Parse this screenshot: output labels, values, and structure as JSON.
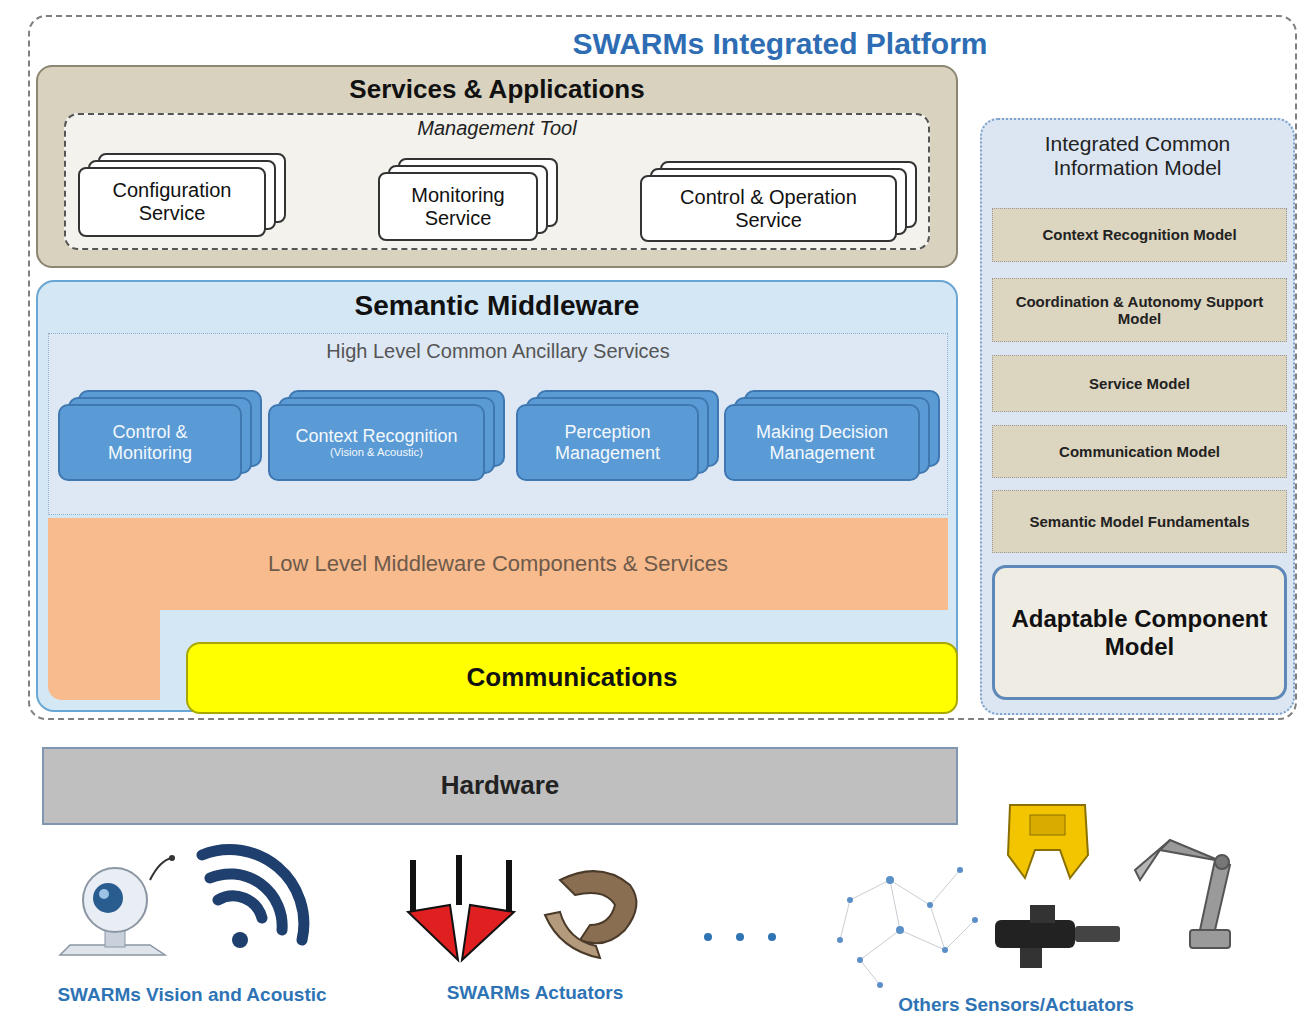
{
  "diagram": {
    "nodes": [
      {
        "text": [
          "SWARMs Integrated Platform"
        ]
      },
      {
        "text": [
          "Services & Applications"
        ],
        "in": 0
      },
      {
        "text": [
          "Management Tool"
        ],
        "in": 1
      },
      {
        "text": [
          "Configuration Service"
        ],
        "in": 2
      },
      {
        "text": [
          "Monitoring Service"
        ],
        "in": 2
      },
      {
        "text": [
          "Control & Operation Service"
        ],
        "in": 2
      },
      {
        "text": [
          "Semantic Middleware"
        ],
        "in": 0
      },
      {
        "text": [
          "High Level Common Ancillary Services"
        ],
        "in": 6
      },
      {
        "text": [
          "Control & Monitoring"
        ],
        "in": 7
      },
      {
        "text": [
          "Context Recognition",
          "(Vision & Acoustic)"
        ],
        "in": 7
      },
      {
        "text": [
          "Perception Management"
        ],
        "in": 7
      },
      {
        "text": [
          "Making Decision Management"
        ],
        "in": 7
      },
      {
        "text": [
          "Low Level Middleware Components & Services"
        ],
        "in": 6
      },
      {
        "text": [
          "Communications"
        ],
        "in": 6
      },
      {
        "text": [
          "Integrated Common Information Model"
        ],
        "in": 0
      },
      {
        "text": [
          "Context Recognition Model"
        ],
        "in": 14
      },
      {
        "text": [
          "Coordination & Autonomy Support Model"
        ],
        "in": 14
      },
      {
        "text": [
          "Service Model"
        ],
        "in": 14
      },
      {
        "text": [
          "Communication Model"
        ],
        "in": 14
      },
      {
        "text": [
          "Semantic Model Fundamentals"
        ],
        "in": 14
      },
      {
        "text": [
          "Adaptable Component Model"
        ],
        "in": 14
      },
      {
        "text": [
          "Hardware"
        ]
      }
    ],
    "labels": [
      "SWARMs Vision and Acoustic",
      "SWARMs Actuators",
      "Others Sensors/Actuators"
    ]
  }
}
